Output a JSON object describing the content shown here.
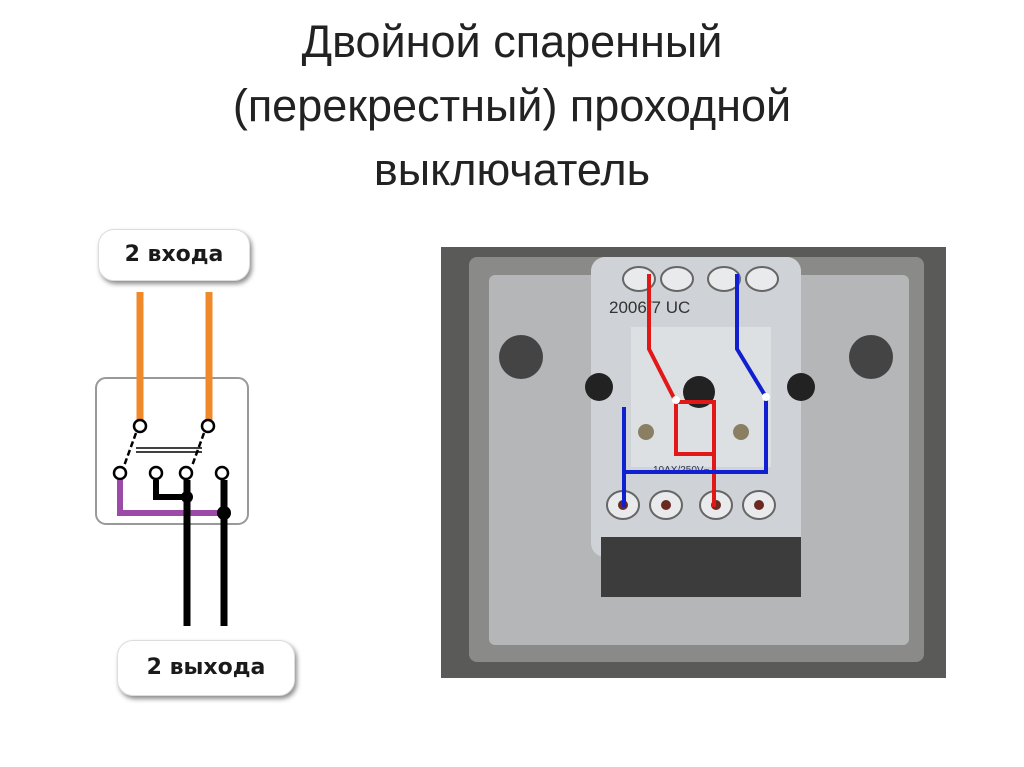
{
  "title": {
    "line1": "Двойной спаренный",
    "line2": "(перекрестный) проходной",
    "line3": "выключатель"
  },
  "diagram": {
    "inputs_label": "2 входа",
    "outputs_label": "2 выхода",
    "colors": {
      "input_wire": "#f0892a",
      "bridge_wire": "#9b4aa8",
      "output_wire": "#000000"
    }
  },
  "photo": {
    "model_label": "2006/7 UC",
    "rating_label": "10AX/250V~",
    "colors": {
      "wire_red": "#e01818",
      "wire_blue": "#1020d0"
    }
  }
}
